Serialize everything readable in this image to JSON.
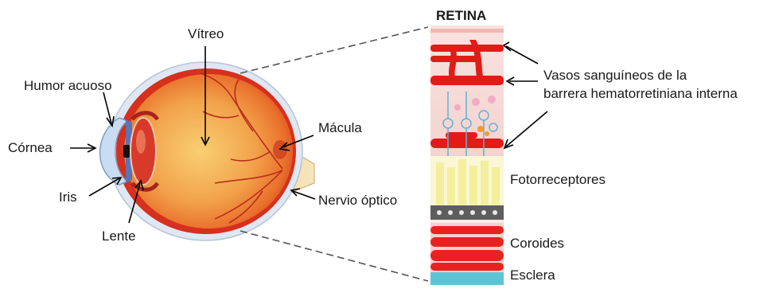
{
  "diagram": {
    "retina_title": "RETINA",
    "eye_labels": {
      "vitreous": "Vítreo",
      "aqueous_humor": "Humor acuoso",
      "cornea": "Córnea",
      "iris": "Iris",
      "lens": "Lente",
      "macula": "Mácula",
      "optic_nerve": "Nervio óptico"
    },
    "retina_labels": {
      "vessels_line1": "Vasos sanguíneos de la",
      "vessels_line2": "barrera hematorretiniana interna",
      "photoreceptors": "Fotorreceptores",
      "choroid": "Coroides",
      "sclera": "Esclera"
    },
    "colors": {
      "sclera_white": "#e8eef7",
      "choroid_red": "#e8231f",
      "retina_orange": "#f2a24a",
      "vitreous_core": "#f7c063",
      "vessel_red": "#e31b18",
      "retina_pink": "#f6dcd8",
      "photoreceptor_yellow": "#f3ef9c",
      "sclera_cyan": "#5fc3d6",
      "cornea_blue": "#bcd4ee"
    }
  }
}
